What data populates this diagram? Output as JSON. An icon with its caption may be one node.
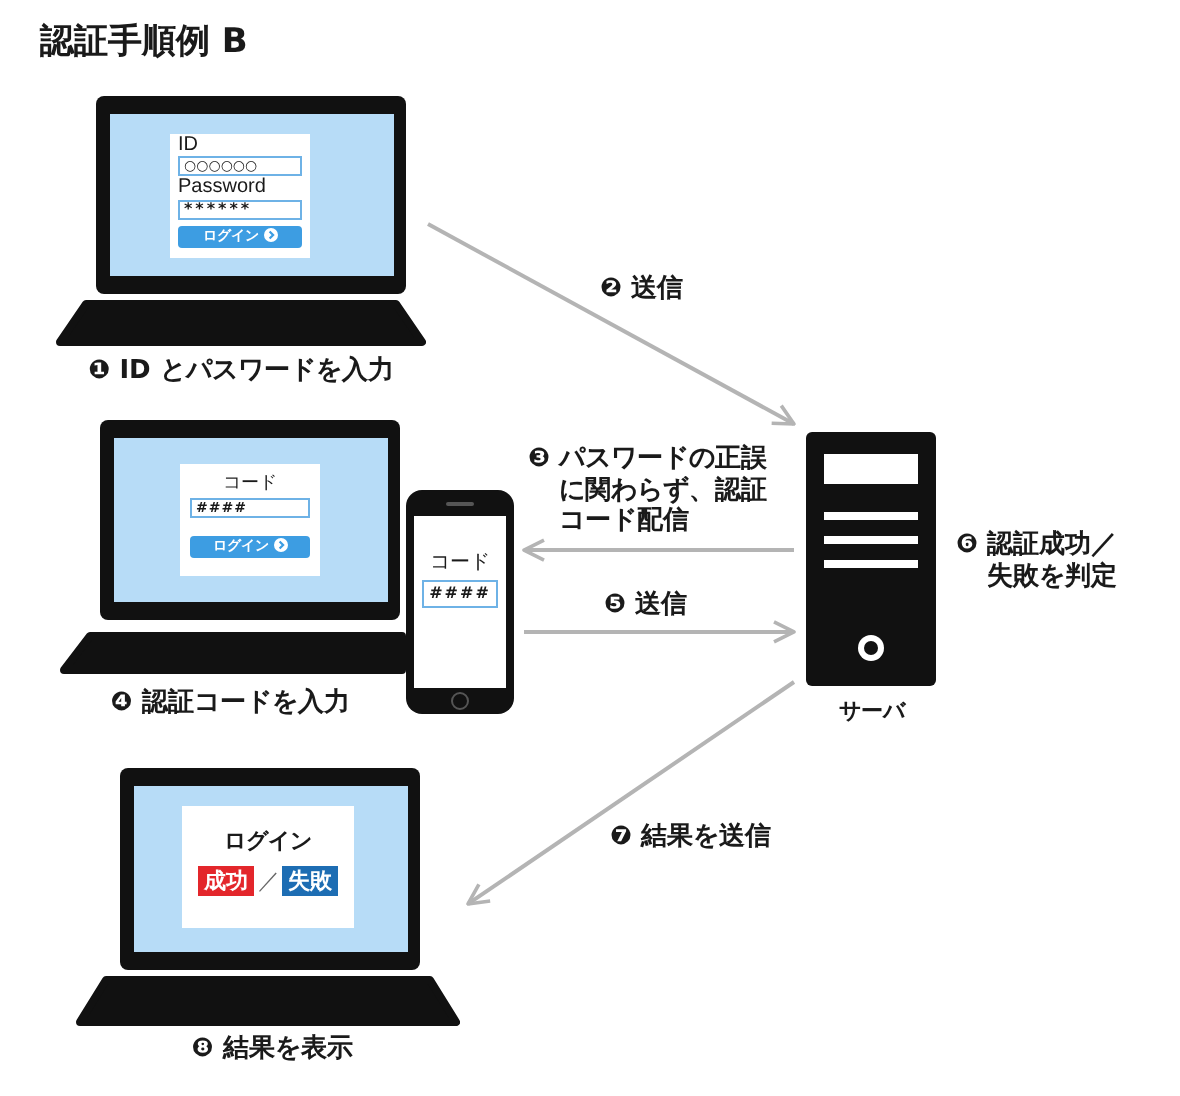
{
  "diagram": {
    "title": "認証手順例 B",
    "nodes": [
      {
        "text": [
          "ID",
          "○○○○○○",
          "Password",
          "******",
          "ログイン"
        ],
        "beside": [
          "❶ ID とパスワードを入力"
        ]
      },
      {
        "text": [
          "コード",
          "####",
          "ログイン"
        ],
        "beside": [
          "❹ 認証コードを入力"
        ]
      },
      {
        "text": [
          "コード",
          "####"
        ]
      },
      {
        "text": [],
        "shape": "picture",
        "beside": [
          "サーバ",
          "❻ 認証成功／失敗を判定"
        ]
      },
      {
        "text": [
          "ログイン",
          "成功",
          "／",
          "失敗"
        ],
        "beside": [
          "❽ 結果を表示"
        ]
      }
    ],
    "edges": [
      {
        "from": 0,
        "to": 3,
        "arrow": "to",
        "label": "❷ 送信"
      },
      {
        "from": 3,
        "to": 2,
        "arrow": "to",
        "label": "❸ パスワードの正誤に関わらず、認証コード配信"
      },
      {
        "from": 2,
        "to": 3,
        "arrow": "to",
        "label": "❺ 送信"
      },
      {
        "from": 3,
        "to": 4,
        "arrow": "to",
        "label": "❼ 結果を送信"
      }
    ]
  }
}
